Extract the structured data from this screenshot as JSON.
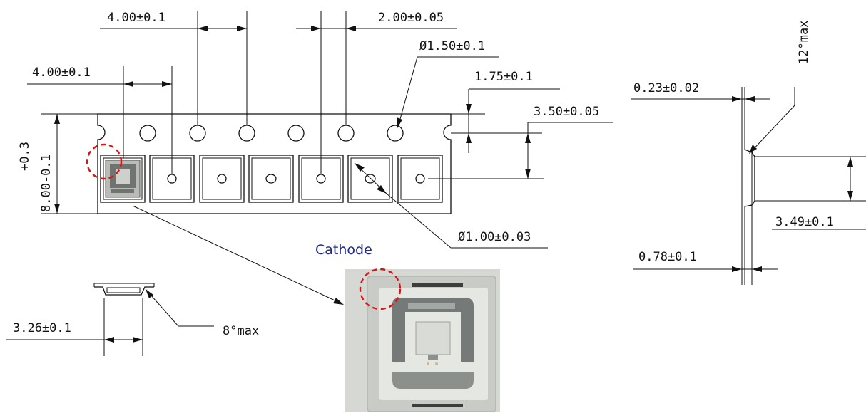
{
  "dimensions": {
    "pitch_top": "4.00±0.1",
    "pitch_left": "4.00±0.1",
    "hole_to_pocket": "2.00±0.05",
    "sprocket_hole_dia": "Ø1.50±0.1",
    "edge_to_hole": "1.75±0.1",
    "hole_to_pocket_center": "3.50±0.05",
    "tape_width_tol": "+0.3",
    "tape_width": "8.00-0.1",
    "pocket_hole_dia": "Ø1.00±0.03",
    "cover_thickness": "0.23±0.02",
    "draft_angle_side": "12°max",
    "pocket_length": "3.49±0.1",
    "tape_thickness": "0.78±0.1",
    "pocket_width": "3.26±0.1",
    "draft_angle_front": "8°max"
  },
  "labels": {
    "cathode": "Cathode"
  },
  "colors": {
    "line": "#111111",
    "cathode_marker": "#dd1111",
    "cathode_label": "#1f2a8a",
    "photo_bg": "#c8cbc6"
  }
}
